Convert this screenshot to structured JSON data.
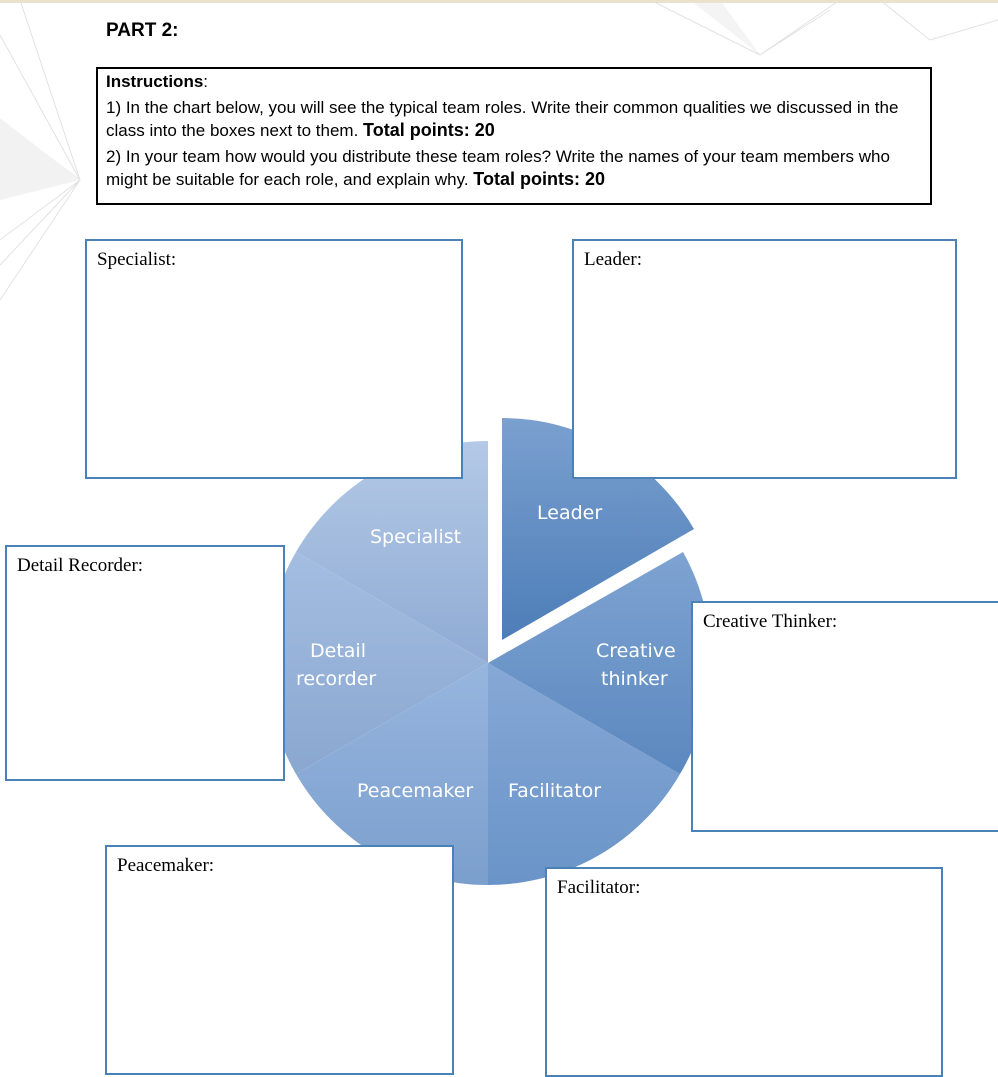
{
  "part_title": "PART 2:",
  "instructions": {
    "heading": "Instructions",
    "heading_suffix": ":",
    "item1_text": "1) In the chart below, you will see the typical team roles. Write their common qualities we discussed in the class into the boxes next to them.",
    "item1_points": "Total points: 20",
    "item2_text": "2) In your team how would you distribute these team roles? Write the names of your team members who might be suitable for each role, and explain why.",
    "item2_points": "Total points: 20"
  },
  "boxes": {
    "specialist": "Specialist:",
    "leader": "Leader:",
    "detail_recorder": "Detail Recorder:",
    "creative_thinker": "Creative Thinker:",
    "peacemaker": "Peacemaker:",
    "facilitator": "Facilitator:"
  },
  "pie": {
    "labels": {
      "specialist": "Specialist",
      "leader": "Leader",
      "creative_1": "Creative",
      "creative_2": "thinker",
      "detail_1": "Detail",
      "detail_2": "recorder",
      "peacemaker": "Peacemaker",
      "facilitator": "Facilitator"
    },
    "colors": {
      "light": "#a9c0e0",
      "mid": "#7ea3d2",
      "dark": "#5a89c0"
    }
  }
}
